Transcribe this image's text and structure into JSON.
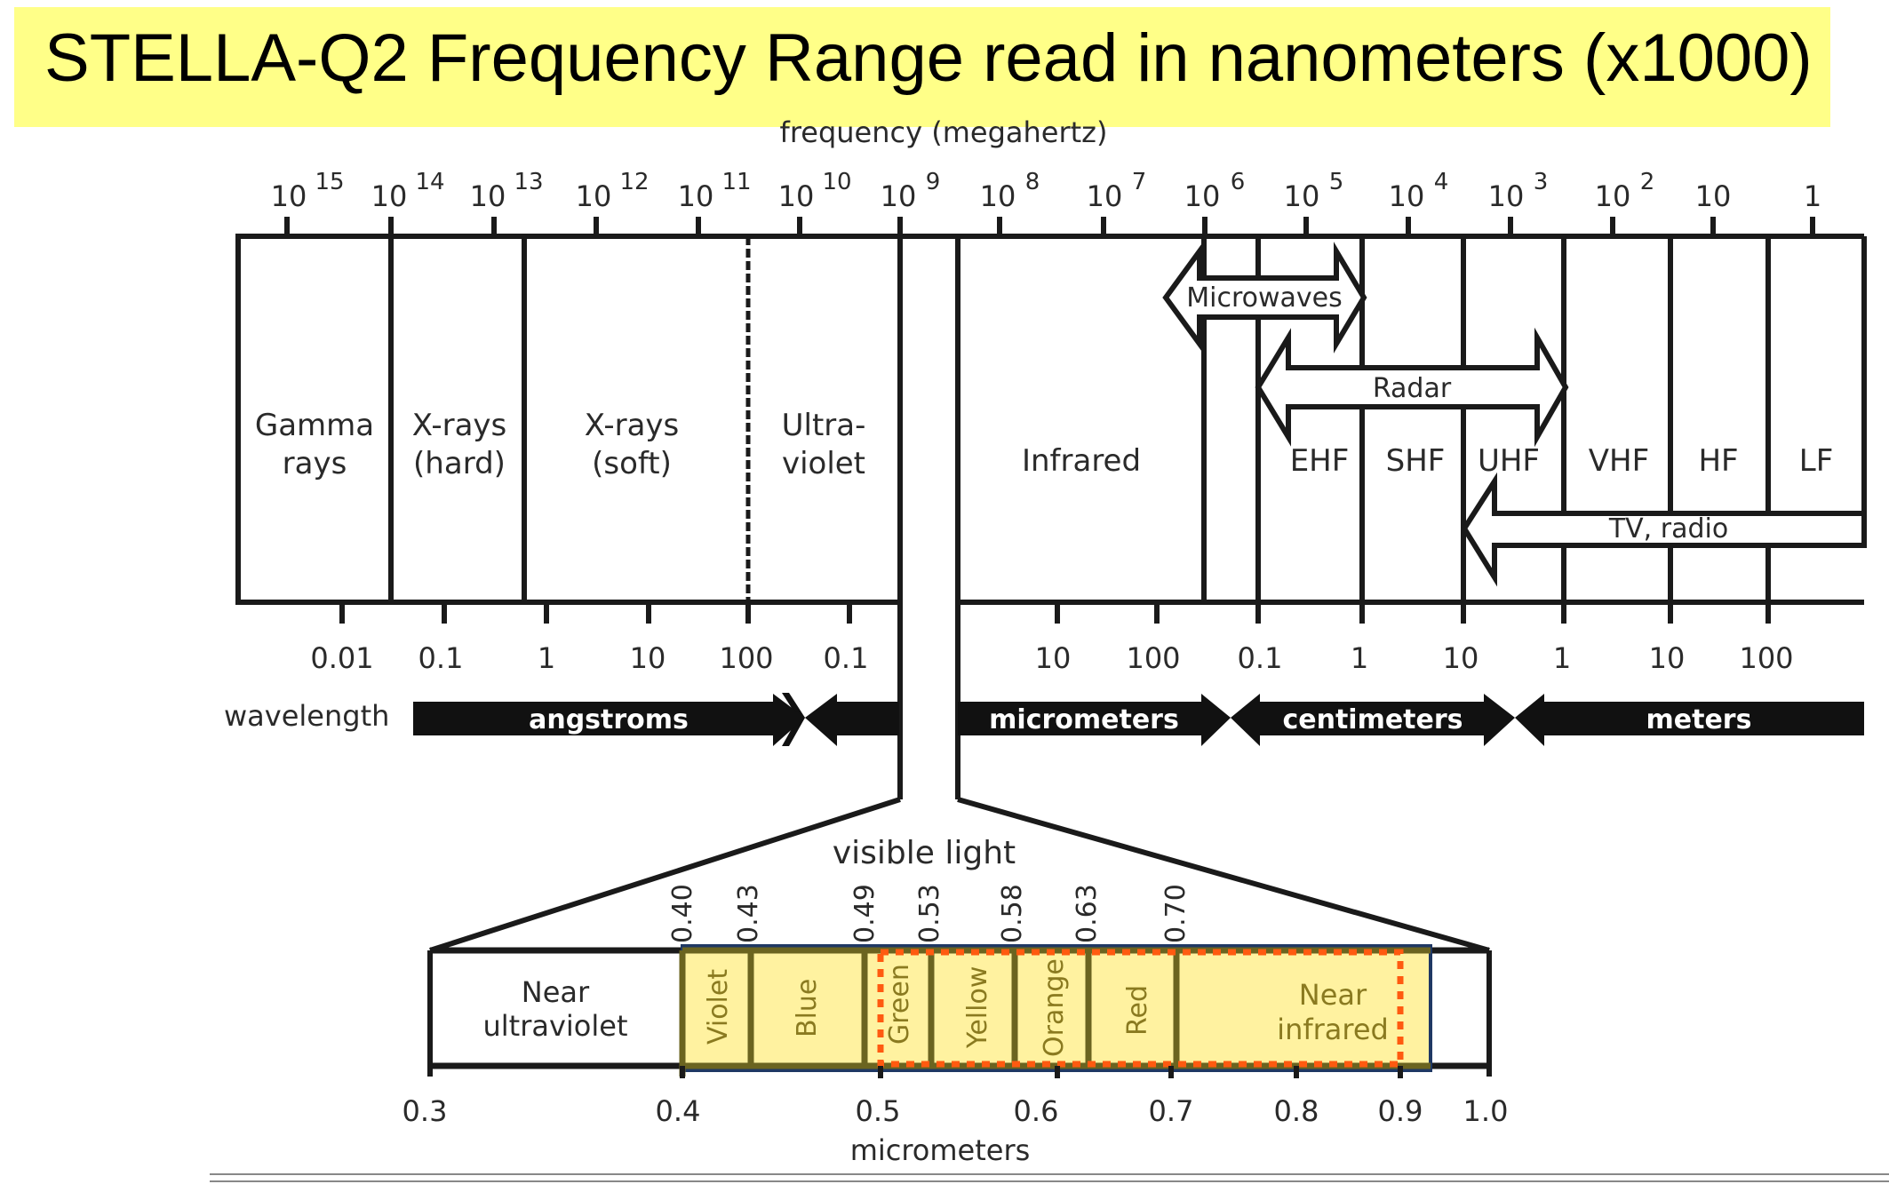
{
  "title": "STELLA-Q2 Frequency Range read in nanometers (x1000)",
  "frequency_axis": {
    "label": "frequency (megahertz)",
    "ticks": [
      {
        "base": "10",
        "exp": "15"
      },
      {
        "base": "10",
        "exp": "14"
      },
      {
        "base": "10",
        "exp": "13"
      },
      {
        "base": "10",
        "exp": "12"
      },
      {
        "base": "10",
        "exp": "11"
      },
      {
        "base": "10",
        "exp": "10"
      },
      {
        "base": "10",
        "exp": "9"
      },
      {
        "base": "10",
        "exp": "8"
      },
      {
        "base": "10",
        "exp": "7"
      },
      {
        "base": "10",
        "exp": "6"
      },
      {
        "base": "10",
        "exp": "5"
      },
      {
        "base": "10",
        "exp": "4"
      },
      {
        "base": "10",
        "exp": "3"
      },
      {
        "base": "10",
        "exp": "2"
      },
      {
        "base": "10",
        "exp": ""
      },
      {
        "base": "1",
        "exp": ""
      }
    ]
  },
  "bands": {
    "gamma": [
      "Gamma",
      "rays"
    ],
    "xray_hard": [
      "X-rays",
      "(hard)"
    ],
    "xray_soft": [
      "X-rays",
      "(soft)"
    ],
    "ultraviolet": [
      "Ultra-",
      "violet"
    ],
    "infrared": "Infrared",
    "ehf": "EHF",
    "shf": "SHF",
    "uhf": "UHF",
    "vhf": "VHF",
    "hf": "HF",
    "lf": "LF"
  },
  "arrows": {
    "microwaves": "Microwaves",
    "radar": "Radar",
    "tv_radio": "TV, radio"
  },
  "wavelength_ticks": [
    "0.01",
    "0.1",
    "1",
    "10",
    "100",
    "0.1",
    "10",
    "100",
    "0.1",
    "1",
    "10",
    "1",
    "10",
    "100"
  ],
  "wavelength_units": {
    "label": "wavelength",
    "angstroms": "angstroms",
    "micrometers": "micrometers",
    "centimeters": "centimeters",
    "meters": "meters"
  },
  "visible": {
    "label": "visible light",
    "boundaries": [
      "0.40",
      "0.43",
      "0.49",
      "0.53",
      "0.58",
      "0.63",
      "0.70"
    ],
    "near_uv": [
      "Near",
      "ultraviolet"
    ],
    "colors": [
      "Violet",
      "Blue",
      "Green",
      "Yellow",
      "Orange",
      "Red"
    ],
    "near_ir": [
      "Near",
      "infrared"
    ],
    "scale": [
      "0.3",
      "0.4",
      "0.5",
      "0.6",
      "0.7",
      "0.8",
      "0.9",
      "1.0"
    ],
    "unit": "micrometers"
  },
  "colors": {
    "banner": "#ffff88",
    "highlight_fill": "#fff2a0",
    "highlight_border": "#1f3864",
    "dashed_box": "#ff5a10",
    "visible_text": "#8a7a20"
  }
}
